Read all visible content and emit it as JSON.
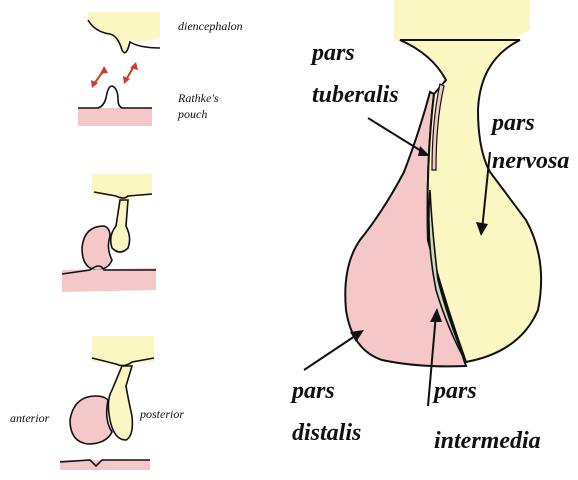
{
  "colors": {
    "pink": "#f4c8c8",
    "yellow": "#fbf7c2",
    "green": "#cfdcbc",
    "outline": "#111111",
    "arrow_red": "#d23a2a"
  },
  "small_labels": {
    "diencephalon": "diencephalon",
    "rathkes_line1": "Rathke's",
    "rathkes_line2": "pouch",
    "anterior": "anterior",
    "posterior": "posterior"
  },
  "big_labels": {
    "pars_tuberalis_1": "pars",
    "pars_tuberalis_2": "tuberalis",
    "pars_nervosa_1": "pars",
    "pars_nervosa_2": "nervosa",
    "pars_distalis_1": "pars",
    "pars_distalis_2": "distalis",
    "pars_intermedia_1": "pars",
    "pars_intermedia_2": "intermedia"
  }
}
